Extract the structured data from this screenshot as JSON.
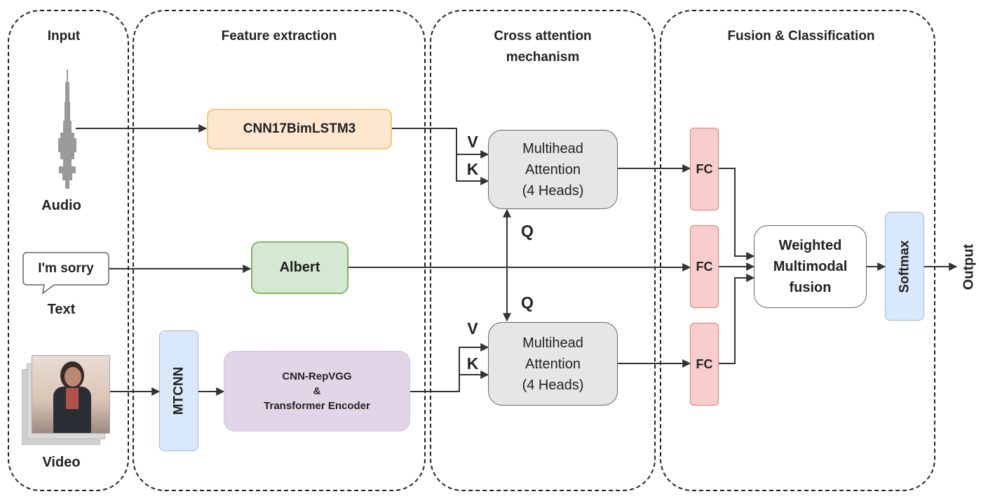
{
  "sections": {
    "input": "Input",
    "feature": "Feature extraction",
    "cross_line1": "Cross attention",
    "cross_line2": "mechanism",
    "fusion": "Fusion & Classification"
  },
  "inputs": {
    "audio": "Audio",
    "text_bubble": "I'm sorry",
    "text": "Text",
    "video": "Video"
  },
  "modules": {
    "audio_model": "CNN17BimLSTM3",
    "text_model": "Albert",
    "mtcnn": "MTCNN",
    "video_model_line1": "CNN-RepVGG",
    "video_model_line2": "&",
    "video_model_line3": "Transformer Encoder"
  },
  "attention": {
    "line1": "Multihead",
    "line2": "Attention",
    "line3": "(4 Heads)",
    "v": "V",
    "k": "K",
    "q": "Q"
  },
  "fusion": {
    "fc": "FC",
    "weighted_line1": "Weighted",
    "weighted_line2": "Multimodal",
    "weighted_line3": "fusion",
    "softmax": "Softmax",
    "output": "Output"
  },
  "colors": {
    "audio_box_fill": "#FDE8CF",
    "audio_box_border": "#F5C77E",
    "albert_fill": "#D5E8D4",
    "albert_border": "#82B366",
    "mtcnn_fill": "#DAE8FC",
    "mtcnn_border": "#9CB7DA",
    "video_model_fill": "#E1D5E7",
    "video_model_border": "#D6C4DF",
    "attention_fill": "#E6E6E6",
    "fc_fill": "#F8CECC",
    "fc_border": "#E07A6E",
    "softmax_fill": "#DAE8FC"
  }
}
